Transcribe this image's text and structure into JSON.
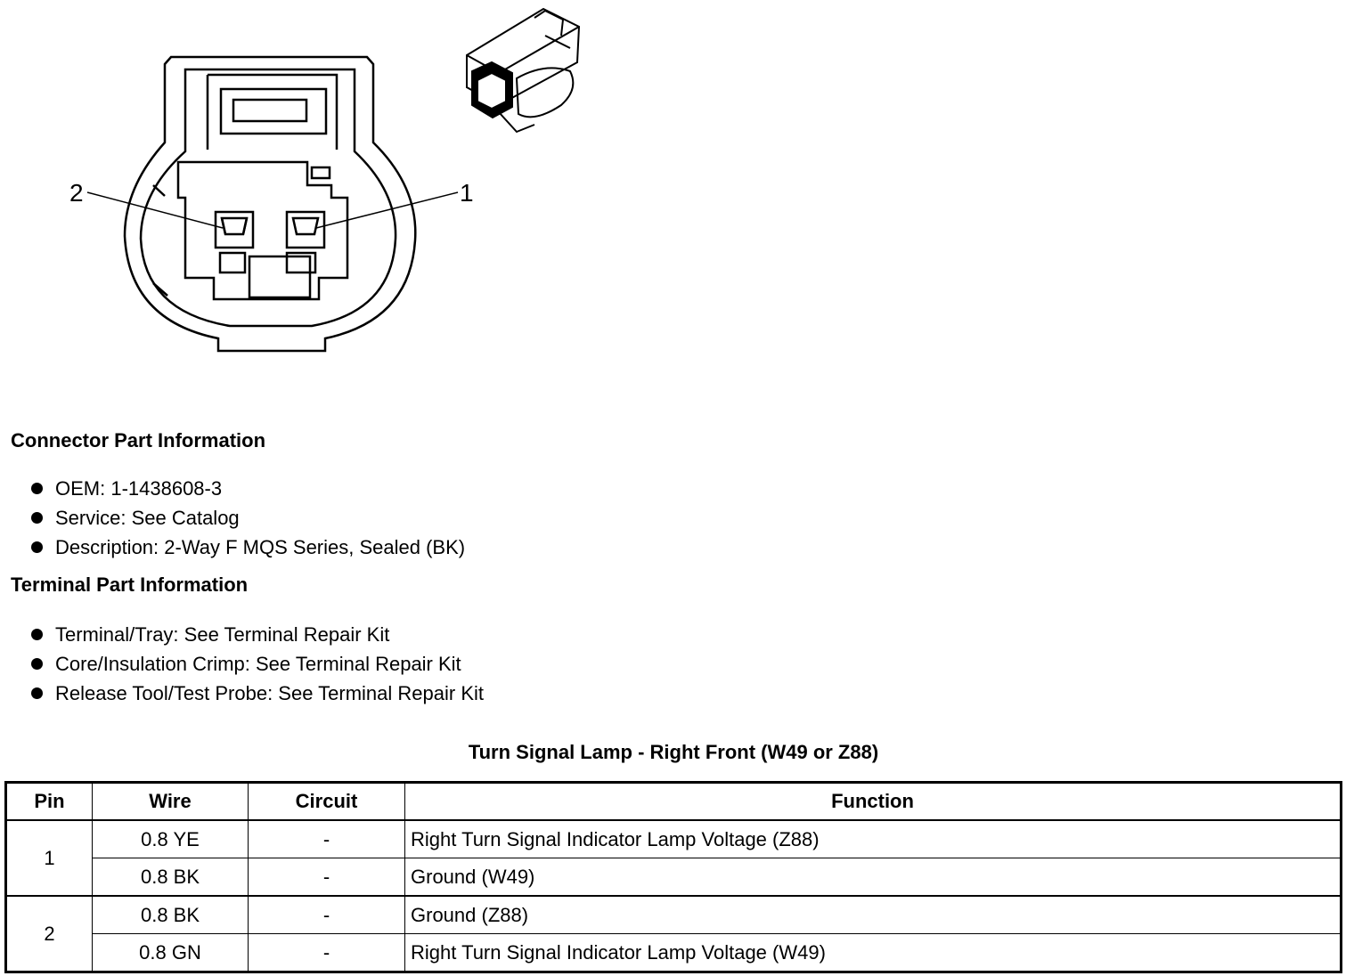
{
  "diagram": {
    "pin_labels": [
      "2",
      "1"
    ]
  },
  "connector_section": {
    "heading": "Connector Part Information",
    "items": [
      "OEM: 1-1438608-3",
      "Service: See Catalog",
      "Description: 2-Way F MQS Series, Sealed (BK)"
    ]
  },
  "terminal_section": {
    "heading": "Terminal Part Information",
    "items": [
      "Terminal/Tray: See Terminal Repair Kit",
      "Core/Insulation Crimp: See Terminal Repair Kit",
      "Release Tool/Test Probe: See Terminal Repair Kit"
    ]
  },
  "table": {
    "title": "Turn Signal Lamp - Right Front (W49 or Z88)",
    "headers": [
      "Pin",
      "Wire",
      "Circuit",
      "Function"
    ],
    "rows": [
      {
        "pin": "1",
        "wire": "0.8 YE",
        "circuit": "-",
        "function": "Right Turn Signal Indicator Lamp Voltage (Z88)"
      },
      {
        "pin": "1",
        "wire": "0.8 BK",
        "circuit": "-",
        "function": "Ground (W49)"
      },
      {
        "pin": "2",
        "wire": "0.8 BK",
        "circuit": "-",
        "function": "Ground (Z88)"
      },
      {
        "pin": "2",
        "wire": "0.8 GN",
        "circuit": "-",
        "function": "Right Turn Signal Indicator Lamp Voltage (W49)"
      }
    ]
  }
}
